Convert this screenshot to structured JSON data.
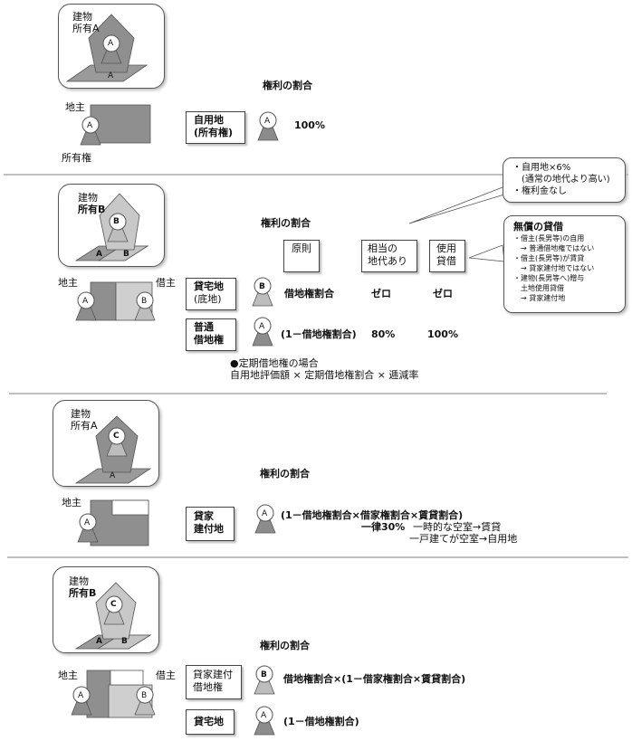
{
  "common": {
    "ratio_title": "権利の割合",
    "landlord": "地主",
    "tenant": "借主",
    "building": "建物",
    "owner_a": "所有A",
    "owner_b": "所有B",
    "letter_a": "A",
    "letter_b": "B",
    "letter_c": "C"
  },
  "s1": {
    "box": [
      "自用地",
      "(所有権)"
    ],
    "value": "100%",
    "owner_label": "所有権"
  },
  "s2": {
    "headers": [
      [
        "原則"
      ],
      [
        "相当の",
        "地代あり"
      ],
      [
        "使用",
        "貸借"
      ]
    ],
    "row1_box": [
      "貸宅地",
      "(底地)"
    ],
    "row1_formula": "借地権割合",
    "row1_c2": "ゼロ",
    "row1_c3": "ゼロ",
    "row2_box": [
      "普通",
      "借地権"
    ],
    "row2_formula": "(1－借地権割合)",
    "row2_c2": "80%",
    "row2_c3": "100%",
    "note1": "●定期借地権の場合",
    "note2": "自用地評価額 × 定期借地権割合 × 逓減率",
    "callout1": [
      "・自用地×6%",
      "　(通常の地代より高い)",
      "・権利金なし"
    ],
    "callout2_title": "無償の貸借",
    "callout2_lines": [
      "・借主(長男等)の自用",
      "　→ 普通借地権ではない",
      "・借主(長男等)が賃貸",
      "　→ 貸家建付地ではない",
      "・建物(長男等へ)贈与",
      "　土地使用貸借",
      "　→ 貸家建付地"
    ]
  },
  "s3": {
    "box": [
      "貸家",
      "建付地"
    ],
    "formula": "(1－借地権割合×借家権割合×賃貸割合)",
    "note_a": "一律30%",
    "note_b": "一時的な空室→賃貸",
    "note_c": "一戸建てが空室→自用地"
  },
  "s4": {
    "box1": [
      "貸家建付",
      "借地権"
    ],
    "formula1": "借地権割合×(1－借家権割合×賃貸割合)",
    "box2": [
      "貸宅地"
    ],
    "formula2": "(1－借地権割合)"
  }
}
